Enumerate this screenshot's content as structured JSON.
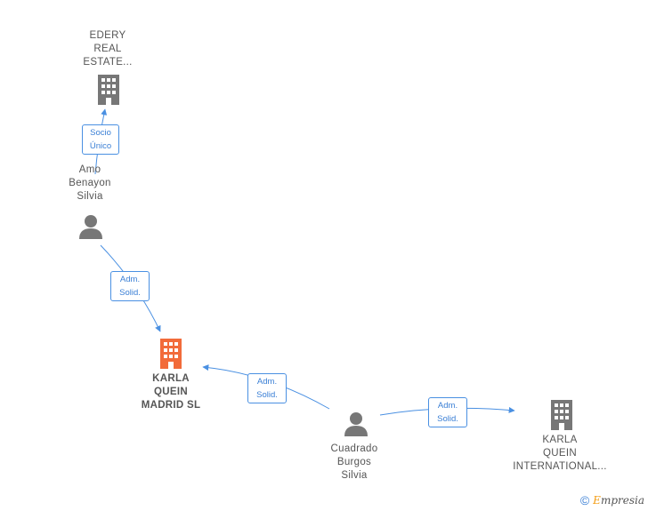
{
  "nodes": {
    "edery": {
      "label": [
        "EDERY",
        "REAL",
        "ESTATE..."
      ],
      "kind": "company",
      "color": "#777777"
    },
    "amo": {
      "label": [
        "Amo",
        "Benayon",
        "Silvia"
      ],
      "kind": "person",
      "color": "#777777"
    },
    "karla_madrid": {
      "label": [
        "KARLA",
        "QUEIN",
        "MADRID SL"
      ],
      "kind": "company",
      "color": "#f26b3a"
    },
    "cuadrado": {
      "label": [
        "Cuadrado",
        "Burgos",
        "Silvia"
      ],
      "kind": "person",
      "color": "#777777"
    },
    "karla_intl": {
      "label": [
        "KARLA",
        "QUEIN",
        "INTERNATIONAL..."
      ],
      "kind": "company",
      "color": "#777777"
    }
  },
  "edges": {
    "socio_unico": [
      "Socio",
      "Único"
    ],
    "adm_amo": [
      "Adm.",
      "Solid."
    ],
    "adm_cuadrado_madrid": [
      "Adm.",
      "Solid."
    ],
    "adm_cuadrado_intl": [
      "Adm.",
      "Solid."
    ]
  },
  "footer": {
    "copyright": "©",
    "brand_first": "E",
    "brand_rest": "mpresia"
  },
  "colors": {
    "edge": "#4a90e2",
    "company": "#777777",
    "focus_company": "#f26b3a",
    "person": "#777777"
  }
}
